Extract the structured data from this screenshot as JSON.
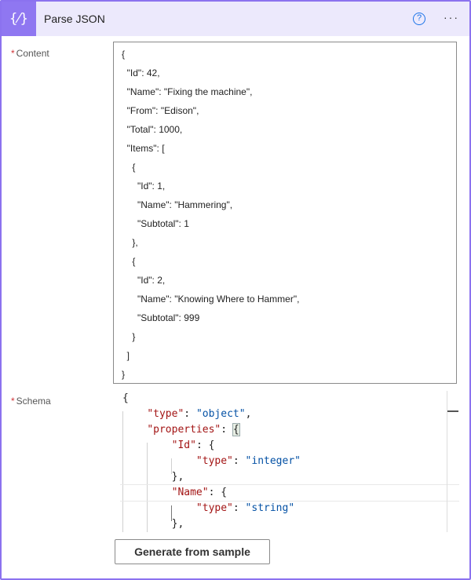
{
  "header": {
    "title": "Parse JSON",
    "help_icon": "?",
    "more_icon": "···",
    "action_icon": "{⁄}"
  },
  "fields": {
    "content_label": "Content",
    "schema_label": "Schema",
    "required_mark": "*"
  },
  "content_lines": [
    "{",
    "  \"Id\": 42,",
    "  \"Name\": \"Fixing the machine\",",
    "  \"From\": \"Edison\",",
    "  \"Total\": 1000,",
    "  \"Items\": [",
    "    {",
    "      \"Id\": 1,",
    "      \"Name\": \"Hammering\",",
    "      \"Subtotal\": 1",
    "    },",
    "    {",
    "      \"Id\": 2,",
    "      \"Name\": \"Knowing Where to Hammer\",",
    "      \"Subtotal\": 999",
    "    }",
    "  ]",
    "}"
  ],
  "schema_lines": [
    {
      "indent": "",
      "key": "",
      "sep": "{",
      "value": "",
      "tail": ""
    },
    {
      "indent": "    ",
      "key": "\"type\"",
      "sep": ": ",
      "value": "\"object\"",
      "tail": ","
    },
    {
      "indent": "    ",
      "key": "\"properties\"",
      "sep": ": ",
      "value": "",
      "tail": "{"
    },
    {
      "indent": "        ",
      "key": "\"Id\"",
      "sep": ": ",
      "value": "",
      "tail": "{"
    },
    {
      "indent": "            ",
      "key": "\"type\"",
      "sep": ": ",
      "value": "\"integer\"",
      "tail": ""
    },
    {
      "indent": "        ",
      "key": "",
      "sep": "},",
      "value": "",
      "tail": ""
    },
    {
      "indent": "        ",
      "key": "\"Name\"",
      "sep": ": ",
      "value": "",
      "tail": "{"
    },
    {
      "indent": "            ",
      "key": "\"type\"",
      "sep": ": ",
      "value": "\"string\"",
      "tail": ""
    },
    {
      "indent": "        ",
      "key": "",
      "sep": "},",
      "value": "",
      "tail": ""
    }
  ],
  "buttons": {
    "generate": "Generate from sample"
  }
}
